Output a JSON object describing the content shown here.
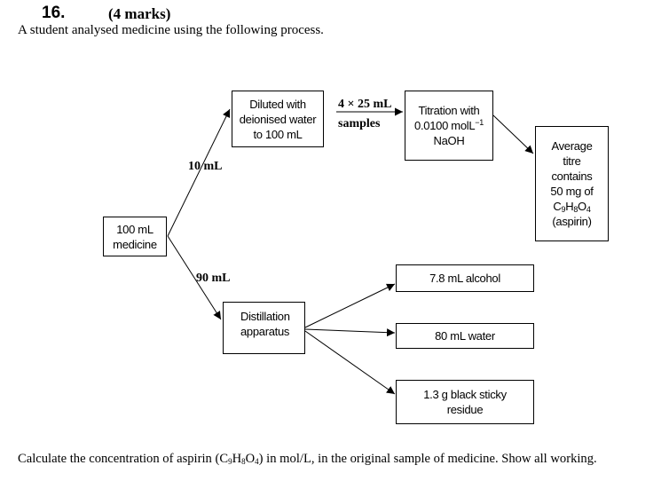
{
  "header": {
    "question_number": "16.",
    "marks": "(4 marks)",
    "intro": "A student analysed medicine using the following process."
  },
  "flow": {
    "start_box": {
      "line1": "100 mL",
      "line2": "medicine"
    },
    "branch_up_label": "10 mL",
    "branch_down_label": "90 mL",
    "dilution_box": {
      "line1": "Diluted with",
      "line2": "deionised water",
      "line3": "to 100 mL"
    },
    "transfer_label": {
      "line1": "4 × 25 mL",
      "line2": "samples"
    },
    "titration_box": {
      "line1": "Titration with",
      "line2_value": "0.0100 molL",
      "line2_sup": "−1",
      "line3": "NaOH"
    },
    "result_box": {
      "line1": "Average",
      "line2": "titre",
      "line3": "contains",
      "line4": "50 mg of",
      "formula": {
        "c": "C",
        "c_sub": "9",
        "h": "H",
        "h_sub": "8",
        "o": "O",
        "o_sub": "4"
      },
      "line6": "(aspirin)"
    },
    "distillation_box": {
      "line1": "Distillation",
      "line2": "apparatus"
    },
    "products": [
      {
        "line1": "7.8 mL alcohol",
        "line2": ""
      },
      {
        "line1": "80 mL water",
        "line2": ""
      },
      {
        "line1": "1.3 g black sticky",
        "line2": "residue"
      }
    ]
  },
  "question": {
    "prefix": "Calculate the concentration of aspirin (",
    "formula": {
      "c": "C",
      "c_sub": "9",
      "h": "H",
      "h_sub": "8",
      "o": "O",
      "o_sub": "4"
    },
    "suffix": ") in mol/L, in the original sample of medicine. Show all working."
  }
}
